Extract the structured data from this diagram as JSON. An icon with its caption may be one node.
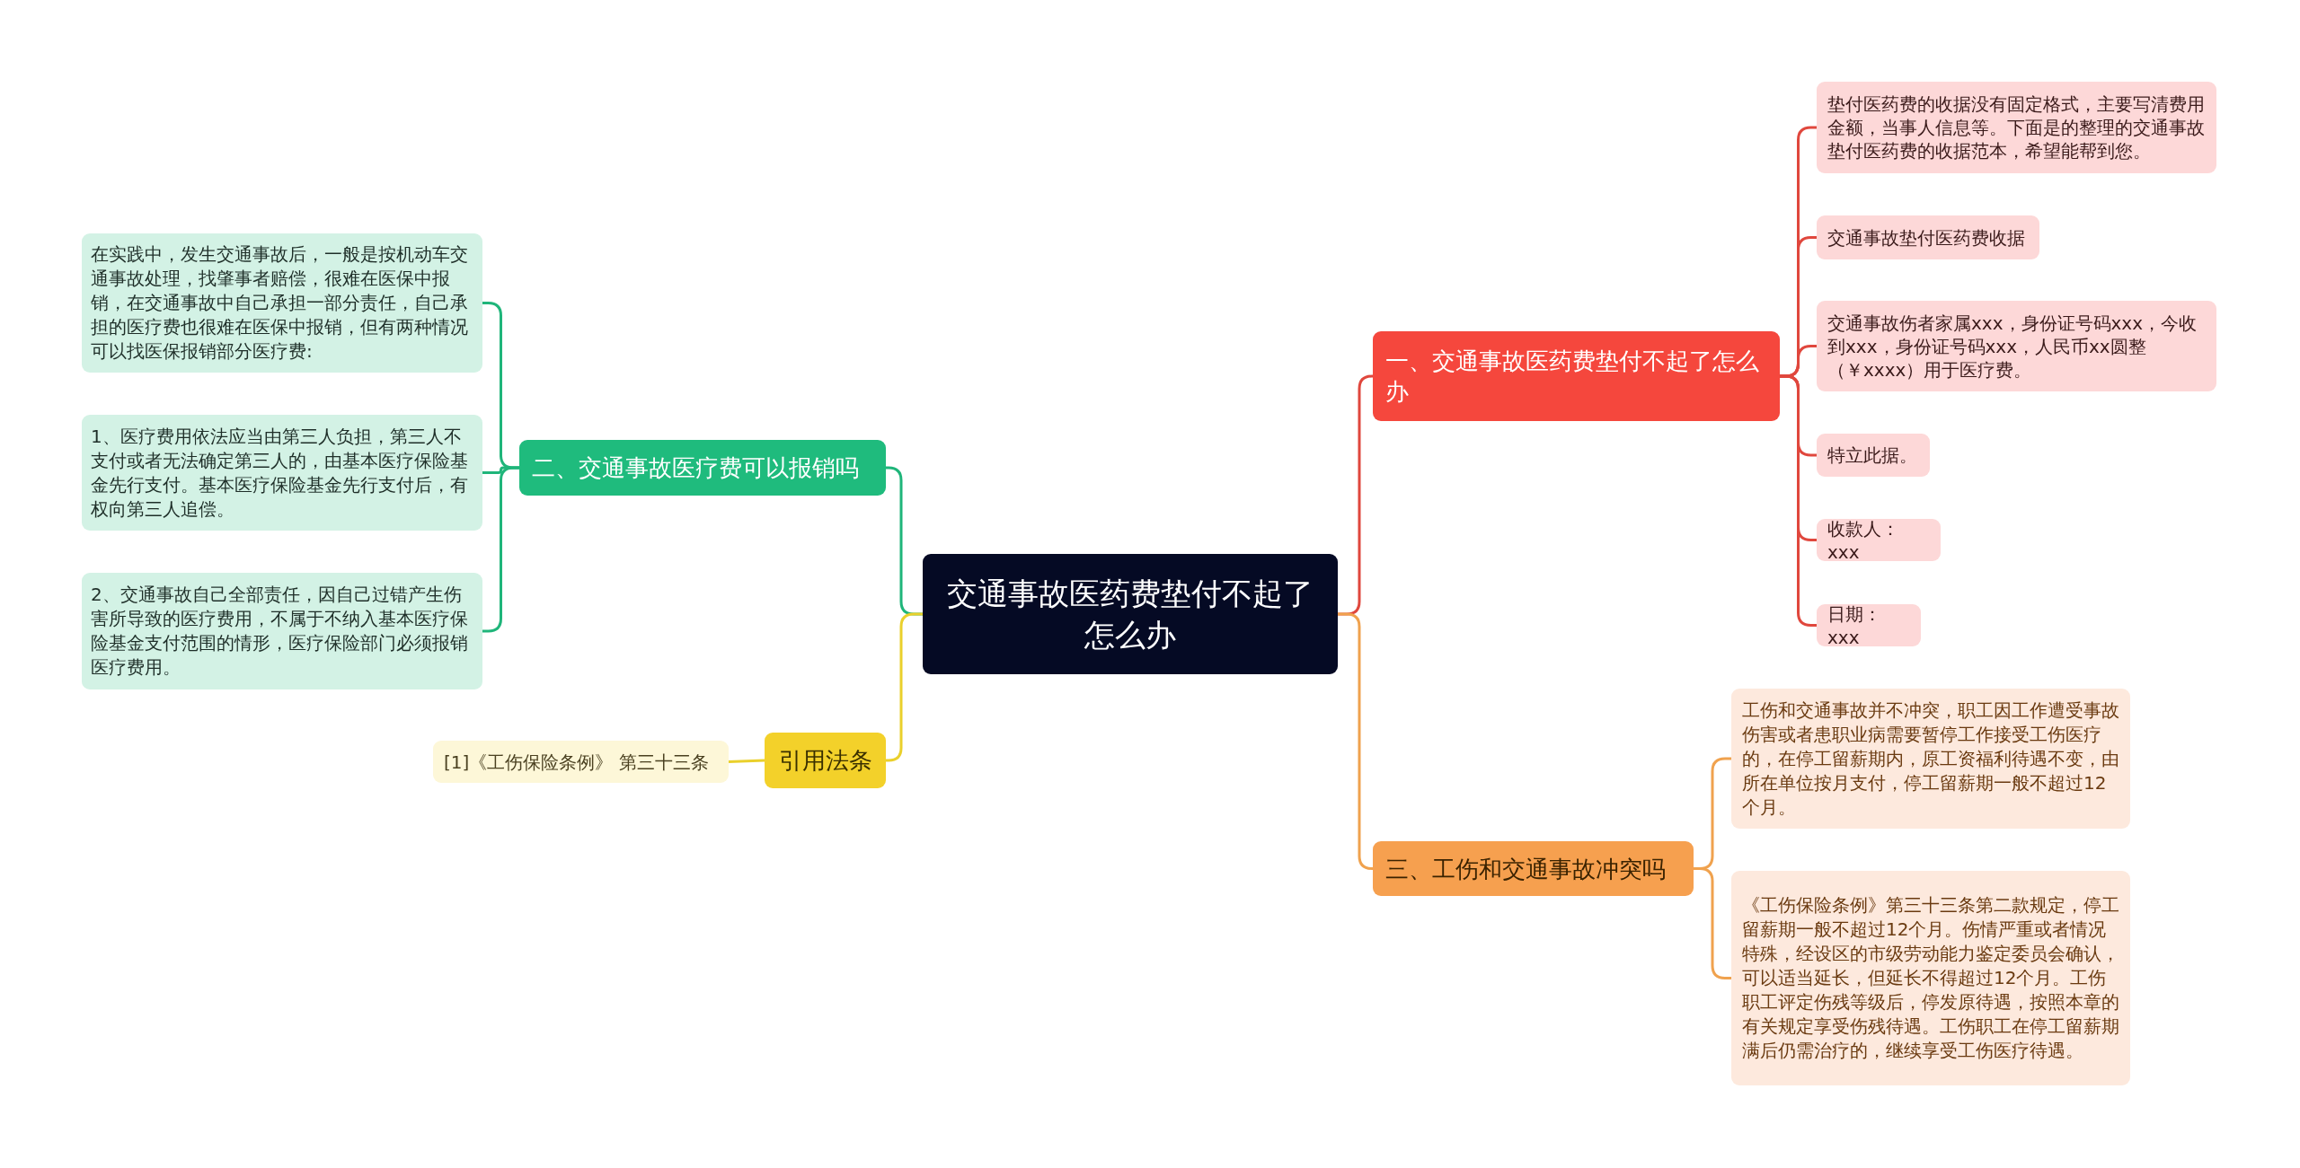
{
  "diagram": {
    "nodes": [
      {
        "text": [
          "交通事故医药费垫付不起了怎么办"
        ]
      },
      {
        "text": [
          "一、交通事故医药费垫付不起了怎么办"
        ]
      },
      {
        "text": [
          "垫付医药费的收据没有固定格式，主要写清费用金额，当事人信息等。下面是的整理的交通事故垫付医药费的收据范本，希望能帮到您。"
        ]
      },
      {
        "text": [
          "交通事故垫付医药费收据"
        ]
      },
      {
        "text": [
          "交通事故伤者家属xxx，身份证号码xxx，今收到xxx，身份证号码xxx，人民币xx圆整（￥xxxx）用于医疗费。"
        ]
      },
      {
        "text": [
          "特立此据。"
        ]
      },
      {
        "text": [
          "收款人：xxx"
        ]
      },
      {
        "text": [
          "日期：xxx"
        ]
      },
      {
        "text": [
          "三、工伤和交通事故冲突吗"
        ]
      },
      {
        "text": [
          "工伤和交通事故并不冲突，职工因工作遭受事故伤害或者患职业病需要暂停工作接受工伤医疗的，在停工留薪期内，原工资福利待遇不变，由所在单位按月支付，停工留薪期一般不超过12个月。"
        ]
      },
      {
        "text": [
          "《工伤保险条例》第三十三条第二款规定，停工留薪期一般不超过12个月。伤情严重或者情况特殊，经设区的市级劳动能力鉴定委员会确认，可以适当延长，但延长不得超过12个月。工伤职工评定伤残等级后，停发原待遇，按照本章的有关规定享受伤残待遇。工伤职工在停工留薪期满后仍需治疗的，继续享受工伤医疗待遇。"
        ]
      },
      {
        "text": [
          "二、交通事故医疗费可以报销吗"
        ]
      },
      {
        "text": [
          "在实践中，发生交通事故后，一般是按机动车交通事故处理，找肇事者赔偿，很难在医保中报销，在交通事故中自己承担一部分责任，自己承担的医疗费也很难在医保中报销，但有两种情况可以找医保报销部分医疗费:"
        ]
      },
      {
        "text": [
          "1、医疗费用依法应当由第三人负担，第三人不支付或者无法确定第三人的，由基本医疗保险基金先行支付。基本医疗保险基金先行支付后，有权向第三人追偿。"
        ]
      },
      {
        "text": [
          "2、交通事故自己全部责任，因自己过错产生伤害所导致的医疗费用，不属于不纳入基本医疗保险基金支付范围的情形，医疗保险部门必须报销医疗费用。"
        ]
      },
      {
        "text": [
          "引用法条"
        ]
      },
      {
        "text": [
          "[1]《工伤保险条例》 第三十三条"
        ]
      }
    ],
    "edges": [
      {
        "from": 0,
        "to": 1,
        "arrow": "none"
      },
      {
        "from": 1,
        "to": 2,
        "arrow": "none"
      },
      {
        "from": 1,
        "to": 3,
        "arrow": "none"
      },
      {
        "from": 1,
        "to": 4,
        "arrow": "none"
      },
      {
        "from": 1,
        "to": 5,
        "arrow": "none"
      },
      {
        "from": 1,
        "to": 6,
        "arrow": "none"
      },
      {
        "from": 1,
        "to": 7,
        "arrow": "none"
      },
      {
        "from": 0,
        "to": 8,
        "arrow": "none",
        "color": "#f0a24e"
      },
      {
        "from": 8,
        "to": 9,
        "arrow": "none",
        "color": "#f0a24e"
      },
      {
        "from": 8,
        "to": 10,
        "arrow": "none",
        "color": "#f0a24e"
      },
      {
        "from": 0,
        "to": 11,
        "arrow": "none",
        "color": "#1fb57a"
      },
      {
        "from": 11,
        "to": 12,
        "arrow": "none",
        "color": "#1fb57a"
      },
      {
        "from": 11,
        "to": 13,
        "arrow": "none",
        "color": "#1fb57a"
      },
      {
        "from": 11,
        "to": 14,
        "arrow": "none",
        "color": "#1fb57a"
      },
      {
        "from": 0,
        "to": 15,
        "arrow": "none",
        "color": "#ead02c"
      },
      {
        "from": 15,
        "to": 16,
        "arrow": "none",
        "color": "#ead02c"
      }
    ]
  }
}
